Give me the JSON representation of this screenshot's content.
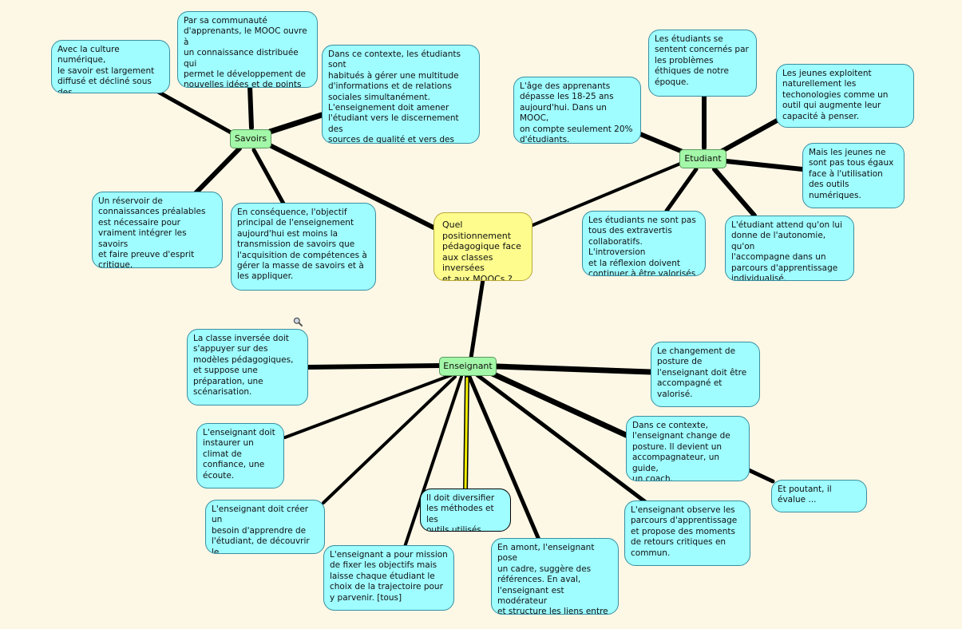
{
  "root": {
    "text": "Quel\npositionnement\npédagogique face\naux classes inversées\net aux MOOCs ?"
  },
  "branches": {
    "savoirs": "Savoirs",
    "etudiant": "Etudiant",
    "enseignant": "Enseignant"
  },
  "savoirs_leaves": {
    "culture": "Avec la culture numérique,\nle savoir est largement\ndiffusé et décliné sous des\nformats multiples.",
    "communaute": "Par sa communauté\nd'apprenants, le MOOC ouvre à\nun connaissance distribuée qui\npermet le développement de\nnouvelles idées et de points de\nvues différents.",
    "contexte": "Dans ce contexte, les étudiants sont\nhabitués à gérer une multitude\nd'informations et de relations\nsociales simultanément.\nL'enseignement doit amener\nl'étudiant vers le discernement des\nsources de qualité et vers des savoirs\nmoins superficiels.",
    "reservoir": "Un réservoir de\nconnaissances préalables\nest nécessaire pour\nvraiment intégrer les savoirs\net faire preuve d'esprit\ncritique.",
    "consequence": "En conséquence, l'objectif\nprincipal de l'enseignement\naujourd'hui est moins la\ntransmission de savoirs que\nl'acquisition de compétences à\ngérer la masse de savoirs et à\nles appliquer."
  },
  "etudiant_leaves": {
    "age": "L'âge des apprenants\ndépasse les 18-25 ans\naujourd'hui. Dans un MOOC,\non compte seulement 20%\nd'étudiants.",
    "ethiques": "Les étudiants se\nsentent concernés par\nles problèmes\néthiques de notre\népoque.",
    "jeunes": "Les jeunes exploitent\nnaturellement les\ntechonologies comme un\noutil qui augmente leur\ncapacité à penser.",
    "egaux": "Mais les jeunes ne\nsont pas tous égaux\nface à l'utilisation\ndes outils\nnumériques.",
    "extravertis": "Les étudiants ne sont pas\ntous des extravertis\ncollaboratifs. L'introversion\net la réflexion doivent\ncontinuer à être valorisés",
    "autonomie": "L'étudiant attend qu'on lui\ndonne de l'autonomie, qu'on\nl'accompagne dans un\nparcours d'apprentissage\nindividualisé."
  },
  "enseignant_leaves": {
    "classe": "La classe inversée doit\ns'appuyer sur des\nmodèles pédagogiques,\net suppose une\npréparation, une\nscénarisation.",
    "climat": "L'enseignant doit\ninstaurer un\nclimat de\nconfiance, une\nécoute.",
    "besoin": "L'enseignant doit créer un\nbesoin d'apprendre de\nl'étudiant, de découvrir le\ncontenus.",
    "mission": "L'enseignant a pour mission\nde fixer les objectifs mais\nlaisse chaque étudiant le\nchoix de la trajectoire pour\ny parvenir. [tous]",
    "diversifier": "Il doit diversifier\nles méthodes et les\noutils utilisés.",
    "amont": "En amont, l'enseignant pose\nun cadre, suggère des\nréférences. En aval,\nl'enseignant est modérateur\net structure les liens entre\nsavoirs.",
    "observe": "L'enseignant observe les\nparcours d'apprentissage\net propose des moments\nde retours critiques en\ncommun.",
    "posture": "Dans ce contexte,\nl'enseignant change de\nposture. Il devient un\naccompagnateur, un guide,\nun coach.",
    "evalue": "Et poutant, il\névalue ...",
    "changement": "Le changement de\nposture de\nl'enseignant doit être\naccompagné et\nvalorisé."
  },
  "colors": {
    "leaf_fill": "#9ffcff",
    "branch_fill": "#a3f7a8",
    "root_fill": "#fdfc8d",
    "link": "#000000",
    "highlight_link": "#f3f000",
    "background": "#fdf8e6"
  },
  "icons": {
    "zoom": "magnifier-icon"
  }
}
